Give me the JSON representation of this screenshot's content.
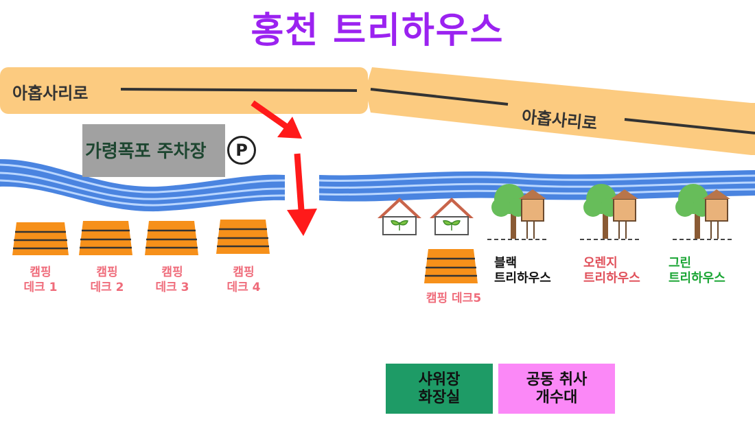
{
  "title": "홍천 트리하우스",
  "roads": {
    "left_label": "아홉사리로",
    "right_label": "아홉사리로"
  },
  "parking": {
    "label": "가령폭포 주차장",
    "sign": "P"
  },
  "decks": [
    {
      "line1": "캠핑",
      "line2": "데크 1"
    },
    {
      "line1": "캠핑",
      "line2": "데크 2"
    },
    {
      "line1": "캠핑",
      "line2": "데크 3"
    },
    {
      "line1": "캠핑",
      "line2": "데크 4"
    }
  ],
  "deck5": "캠핑 데크5",
  "treehouses": [
    {
      "line1": "블랙",
      "line2": "트리하우스",
      "color": "#111111"
    },
    {
      "line1": "오렌지",
      "line2": "트리하우스",
      "color": "#e0505a"
    },
    {
      "line1": "그린",
      "line2": "트리하우스",
      "color": "#1aa534"
    }
  ],
  "facilities": {
    "shower": {
      "line1": "샤워장",
      "line2": "화장실",
      "color": "#1e9b66"
    },
    "kitchen": {
      "line1": "공동 취사",
      "line2": "개수대",
      "color": "#fb88f7"
    }
  },
  "colors": {
    "road": "#fccb80",
    "river": "#4a84e0",
    "deck": "#f6901a",
    "arrow": "#ff1a1a"
  }
}
